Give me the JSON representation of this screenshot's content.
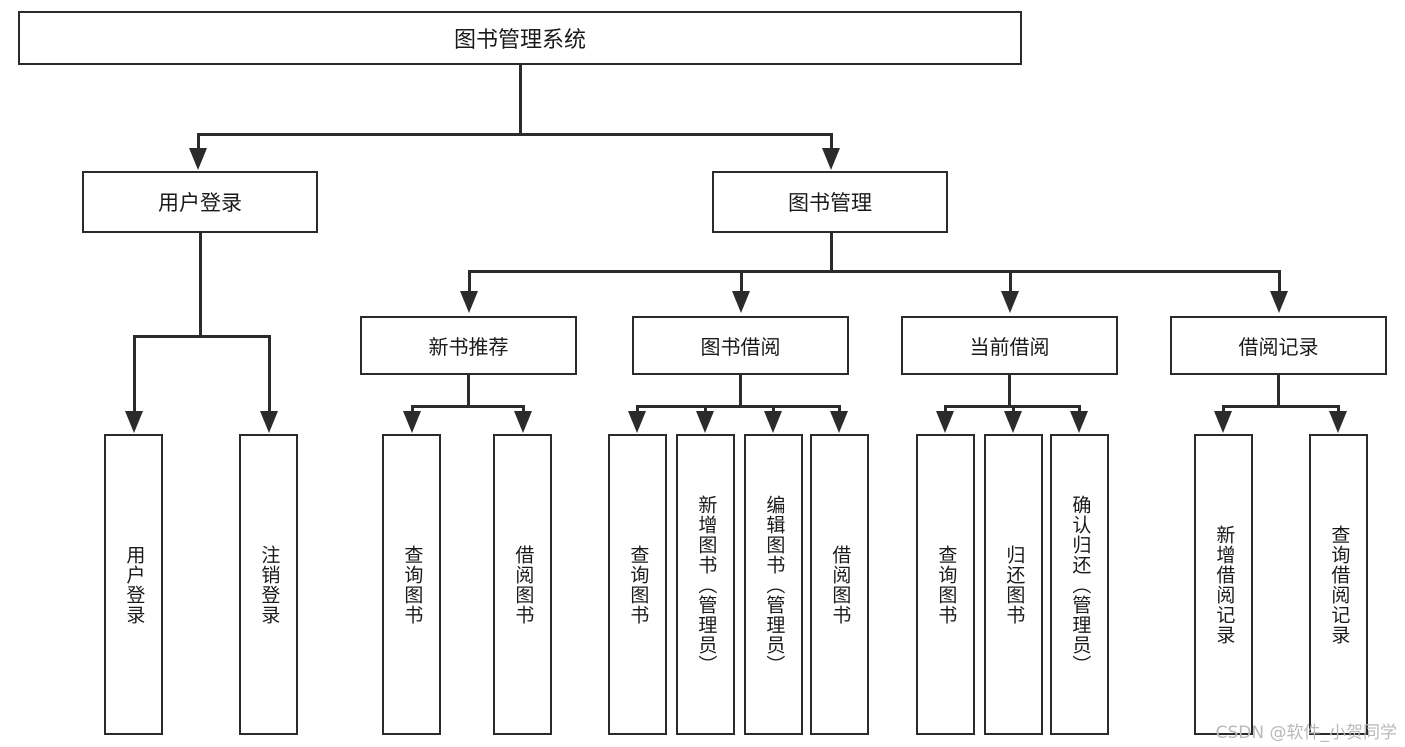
{
  "diagram": {
    "type": "tree-hierarchy",
    "title": "图书管理系统",
    "watermark": "CSDN @软件_小贺同学",
    "colors": {
      "box_border": "#2b2b2b",
      "box_fill": "#ffffff",
      "connector": "#2b2b2b",
      "text": "#1a1a1a",
      "watermark": "#b9b9b9",
      "background": "#ffffff"
    },
    "root": {
      "label": "图书管理系统"
    },
    "level2": [
      {
        "label": "用户登录"
      },
      {
        "label": "图书管理"
      }
    ],
    "level3": [
      {
        "label": "新书推荐"
      },
      {
        "label": "图书借阅"
      },
      {
        "label": "当前借阅"
      },
      {
        "label": "借阅记录"
      }
    ],
    "leaves": {
      "user_login": [
        {
          "label": "用户登录"
        },
        {
          "label": "注销登录"
        }
      ],
      "new_book_recommend": [
        {
          "label": "查询图书"
        },
        {
          "label": "借阅图书"
        }
      ],
      "book_borrow": [
        {
          "label": "查询图书"
        },
        {
          "label": "新增图书（管理员）"
        },
        {
          "label": "编辑图书（管理员）"
        },
        {
          "label": "借阅图书"
        }
      ],
      "current_borrow": [
        {
          "label": "查询图书"
        },
        {
          "label": "归还图书"
        },
        {
          "label": "确认归还（管理员）"
        }
      ],
      "borrow_record": [
        {
          "label": "新增借阅记录"
        },
        {
          "label": "查询借阅记录"
        }
      ]
    }
  }
}
